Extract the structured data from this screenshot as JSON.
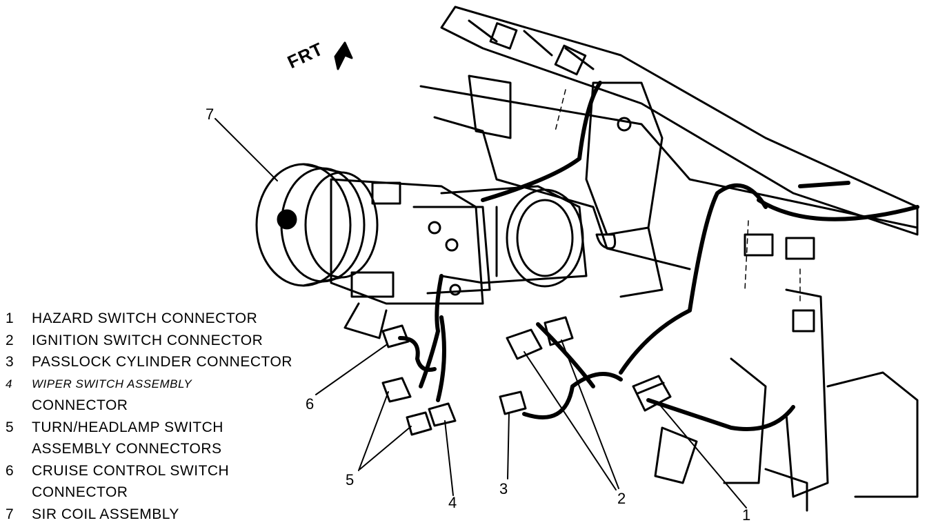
{
  "direction_label": "FRT",
  "callouts": [
    "7",
    "6",
    "5",
    "4",
    "3",
    "2",
    "1"
  ],
  "legend": [
    {
      "num": "1",
      "lines": [
        "HAZARD SWITCH CONNECTOR"
      ]
    },
    {
      "num": "2",
      "lines": [
        "IGNITION SWITCH CONNECTOR"
      ]
    },
    {
      "num": "3",
      "lines": [
        "PASSLOCK CYLINDER CONNECTOR"
      ]
    },
    {
      "num": "4",
      "lines": [
        "WIPER SWITCH ASSEMBLY",
        "CONNECTOR"
      ]
    },
    {
      "num": "5",
      "lines": [
        "TURN/HEADLAMP SWITCH",
        "ASSEMBLY CONNECTORS"
      ]
    },
    {
      "num": "6",
      "lines": [
        "CRUISE CONTROL SWITCH",
        "CONNECTOR"
      ]
    },
    {
      "num": "7",
      "lines": [
        "SIR COIL ASSEMBLY"
      ]
    }
  ]
}
